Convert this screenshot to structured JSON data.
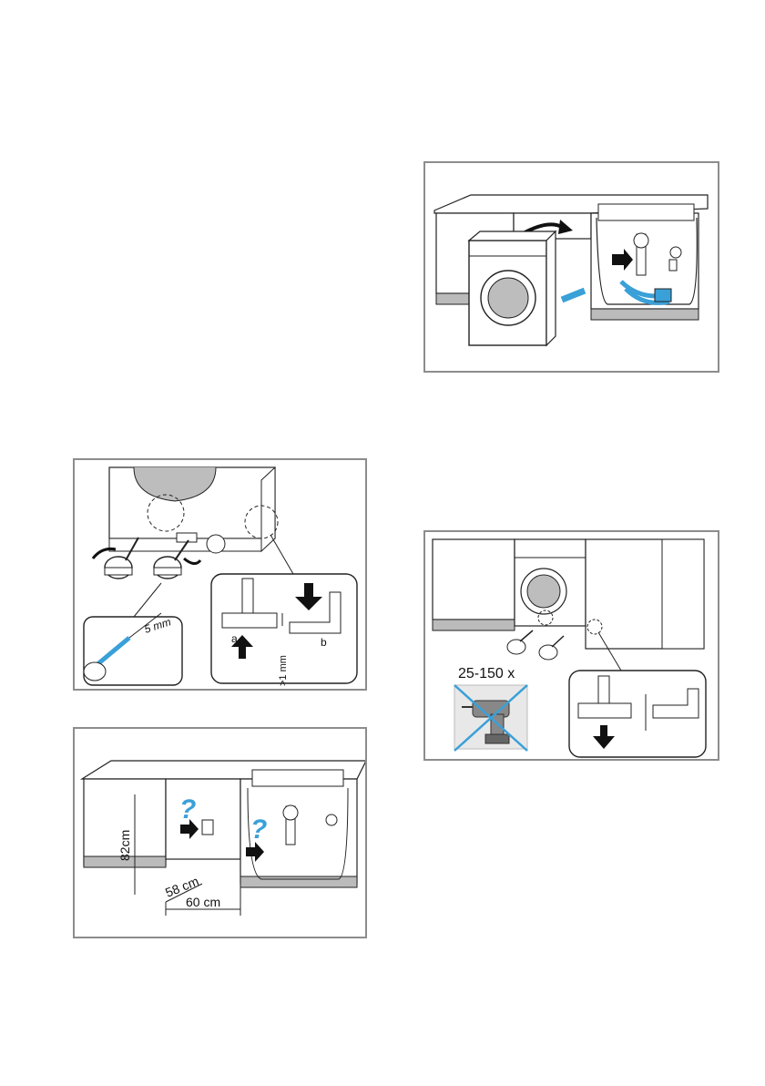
{
  "figures": {
    "install_into_cabinet": {},
    "adjust_feet_front": {
      "screw_depth": "5 mm",
      "part_a": "a",
      "part_b": "b",
      "clearance": ">1 mm"
    },
    "cabinet_dimensions": {
      "height": "82cm",
      "depth": "58 cm",
      "width": "60 cm",
      "question_mark_1": "?",
      "question_mark_2": "?"
    },
    "lower_feet": {
      "turns": "25-150 x"
    }
  },
  "colors": {
    "frame": "#8c8c8c",
    "accent_blue": "#3aa0d8",
    "gray_fill": "#bdbdbd"
  }
}
